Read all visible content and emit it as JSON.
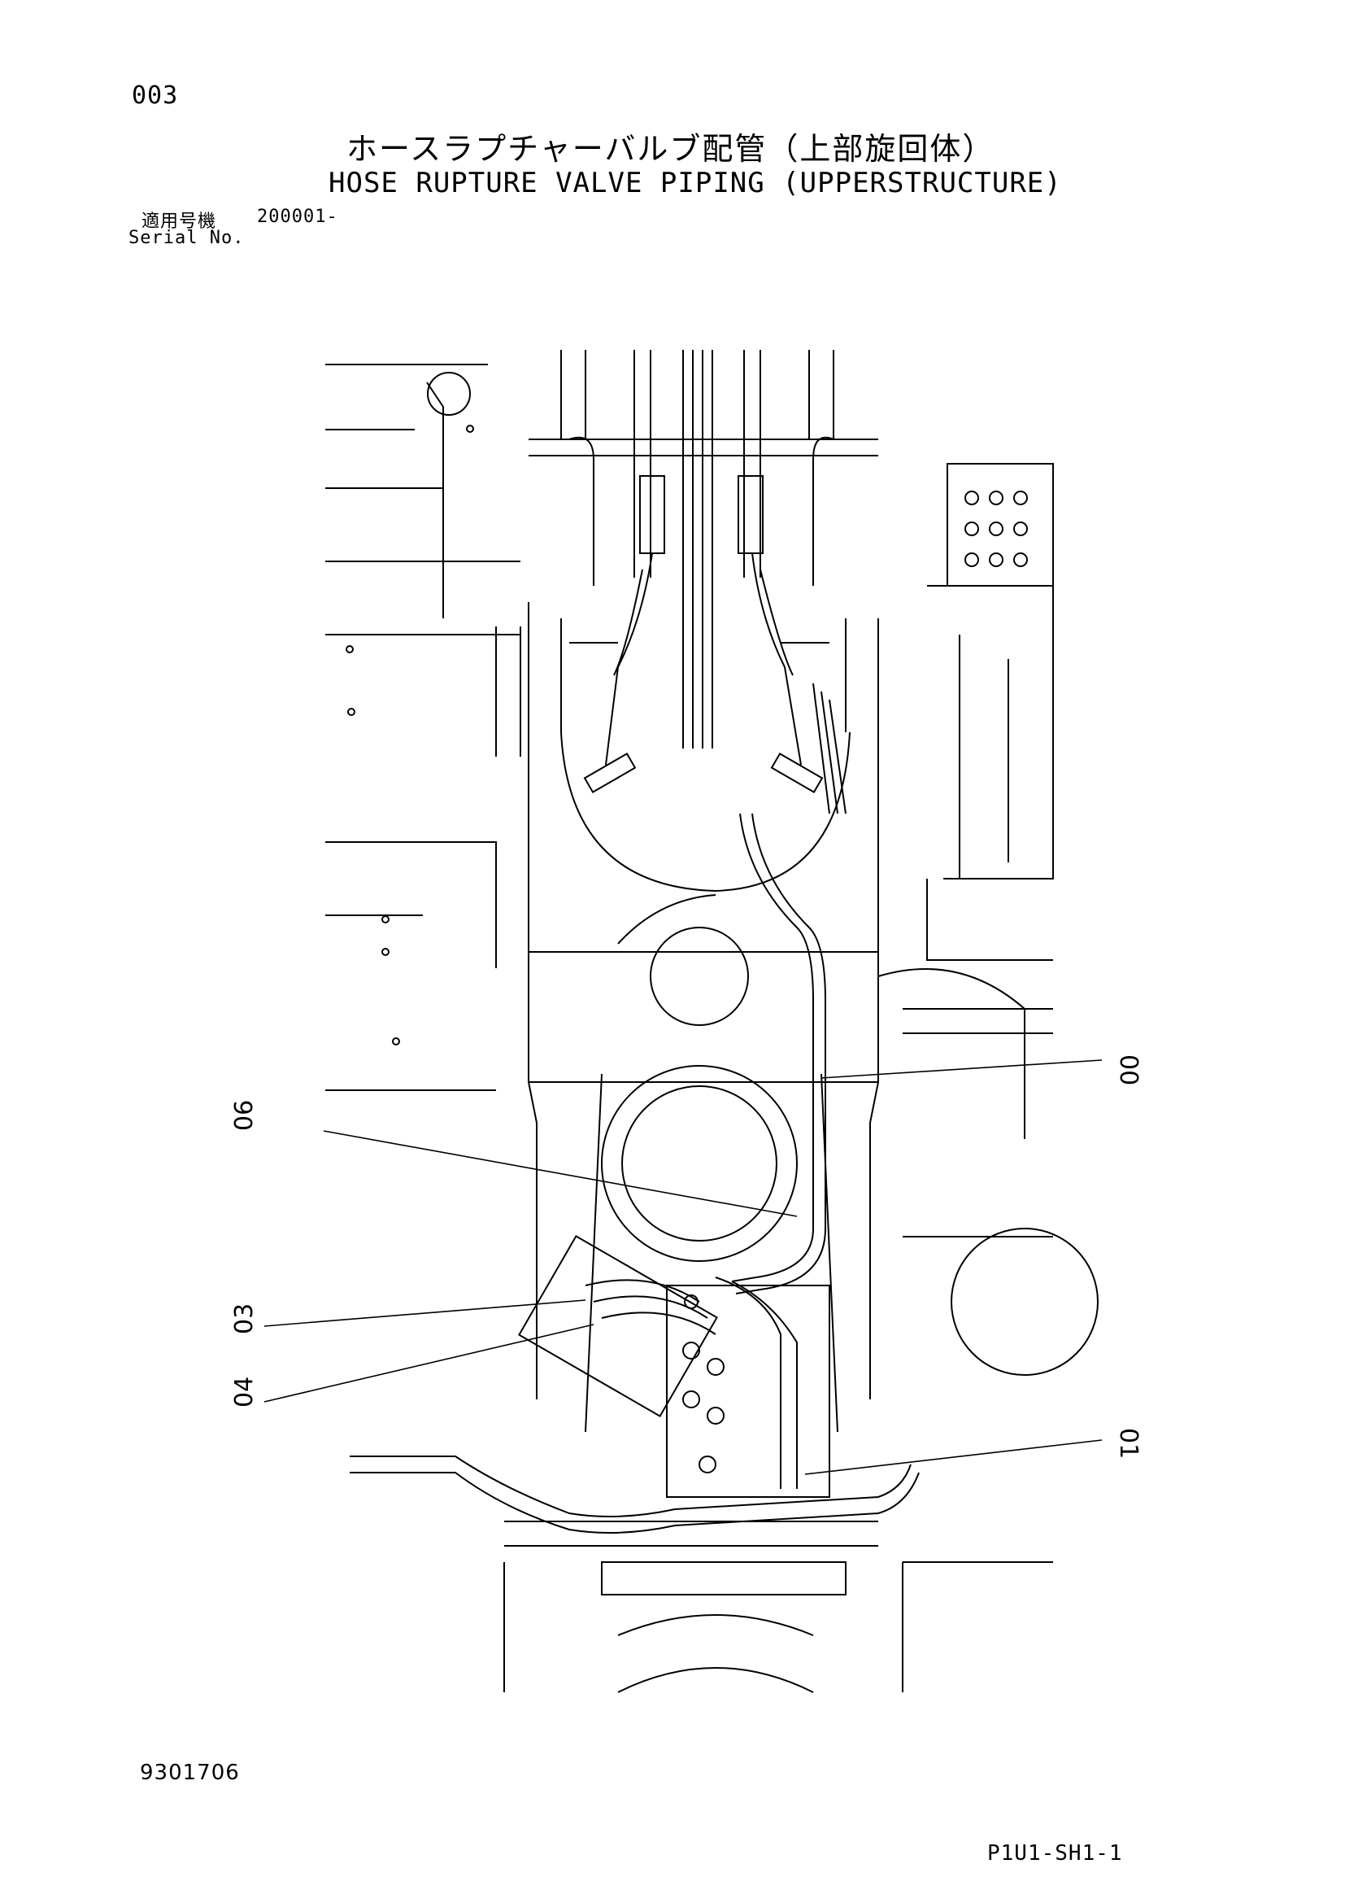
{
  "header": {
    "page_no": "003",
    "title_jp": "ホースラプチャーバルブ配管（上部旋回体）",
    "title_en": "HOSE RUPTURE VALVE PIPING (UPPERSTRUCTURE)",
    "serial_label_jp": "適用号機",
    "serial_value": "200001-",
    "serial_label_en": "Serial No."
  },
  "diagram": {
    "callouts": [
      {
        "id": "00"
      },
      {
        "id": "06"
      },
      {
        "id": "03"
      },
      {
        "id": "04"
      },
      {
        "id": "01"
      }
    ]
  },
  "footer": {
    "doc_no": "9301706",
    "sheet_id": "P1U1-SH1-1"
  }
}
